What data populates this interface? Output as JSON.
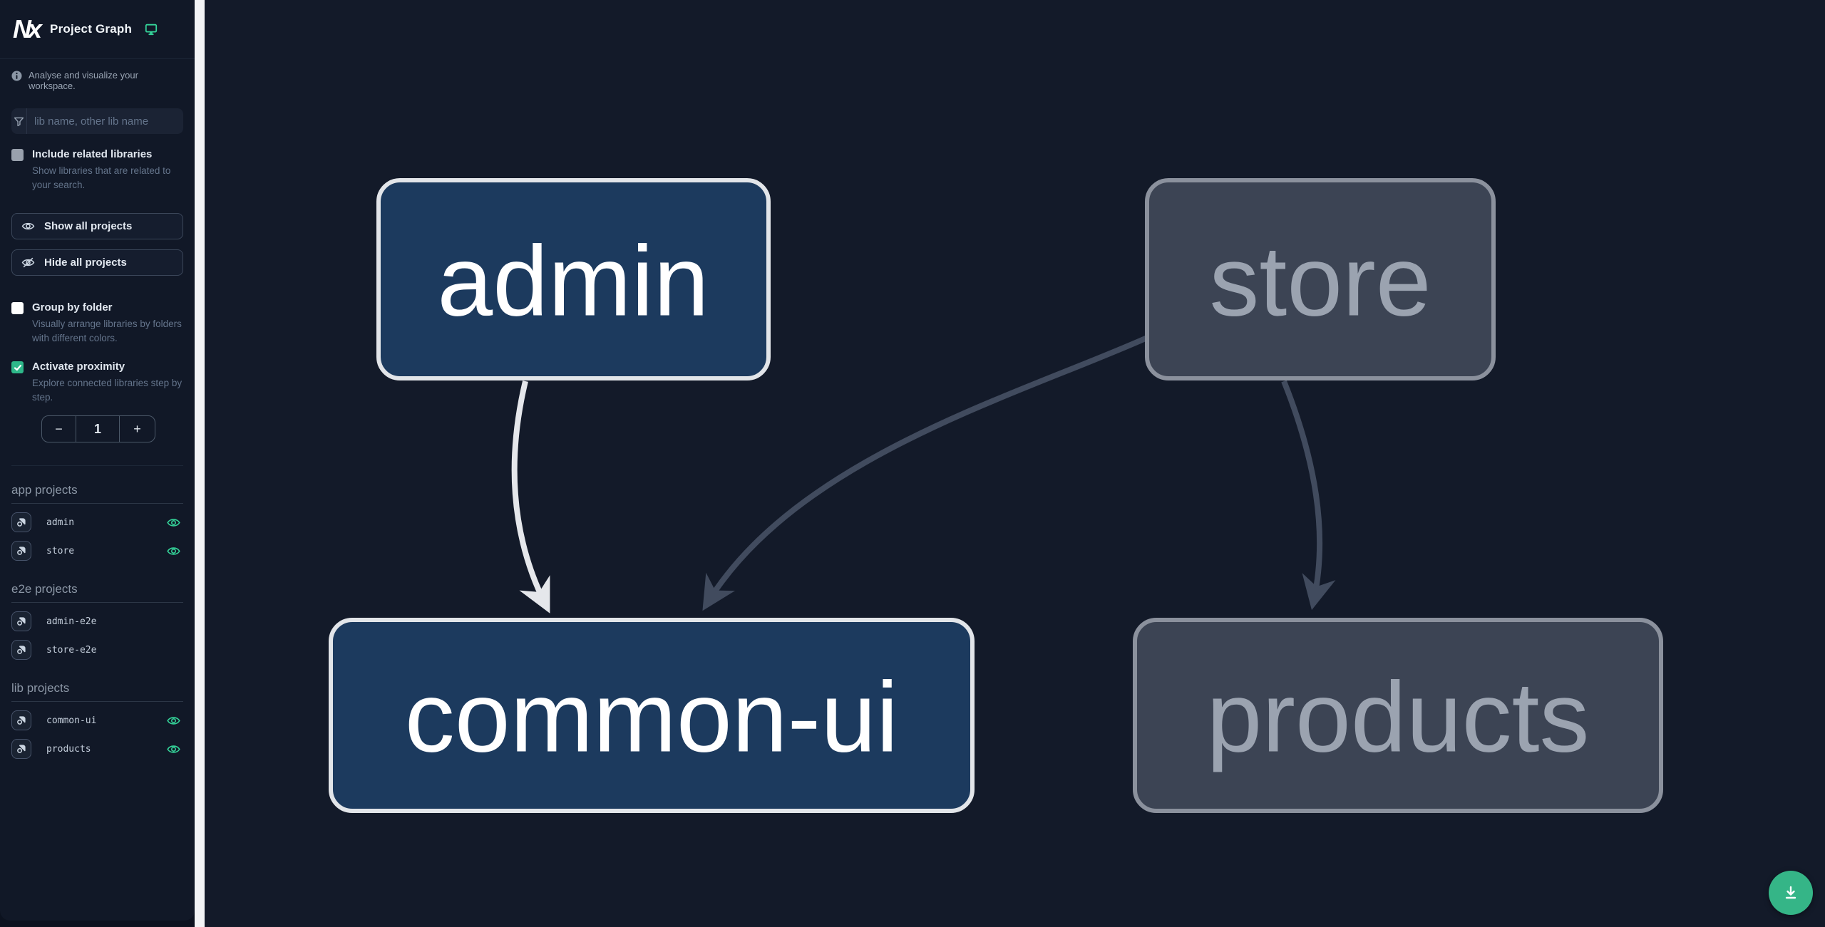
{
  "header": {
    "logo_text": "Nx",
    "title": "Project Graph"
  },
  "sidebar": {
    "tagline": "Analyse and visualize your workspace.",
    "filter_placeholder": "lib name, other lib name",
    "include_related": {
      "label": "Include related libraries",
      "desc": "Show libraries that are related to your search.",
      "checked": false
    },
    "show_all_label": "Show all projects",
    "hide_all_label": "Hide all projects",
    "group_by_folder": {
      "label": "Group by folder",
      "desc": "Visually arrange libraries by folders with different colors.",
      "checked": false
    },
    "activate_proximity": {
      "label": "Activate proximity",
      "desc": "Explore connected libraries step by step.",
      "checked": true
    },
    "stepper": {
      "decrement": "−",
      "value": "1",
      "increment": "+"
    },
    "sections": [
      {
        "title": "app projects",
        "items": [
          {
            "name": "admin",
            "eye": true
          },
          {
            "name": "store",
            "eye": true
          }
        ]
      },
      {
        "title": "e2e projects",
        "items": [
          {
            "name": "admin-e2e",
            "eye": false
          },
          {
            "name": "store-e2e",
            "eye": false
          }
        ]
      },
      {
        "title": "lib projects",
        "items": [
          {
            "name": "common-ui",
            "eye": true
          },
          {
            "name": "products",
            "eye": true
          }
        ]
      }
    ]
  },
  "graph": {
    "nodes": [
      {
        "id": "admin",
        "label": "admin",
        "state": "focused"
      },
      {
        "id": "store",
        "label": "store",
        "state": "faded"
      },
      {
        "id": "common-ui",
        "label": "common-ui",
        "state": "focused"
      },
      {
        "id": "products",
        "label": "products",
        "state": "faded"
      }
    ],
    "edges": [
      {
        "source": "admin",
        "target": "common-ui",
        "state": "highlighted"
      },
      {
        "source": "store",
        "target": "common-ui",
        "state": "faded"
      },
      {
        "source": "store",
        "target": "products",
        "state": "faded"
      }
    ]
  },
  "colors": {
    "accent_green": "#34d399",
    "fab_green": "#35b587",
    "node_focused_fill": "#1c3a5e",
    "node_focused_border": "#e2e5e9",
    "node_faded_fill": "#3c4454",
    "node_faded_border": "#8b919d",
    "edge_highlight": "#e5e7eb",
    "edge_faded": "#414b5e"
  },
  "fab": {
    "icon": "download"
  }
}
